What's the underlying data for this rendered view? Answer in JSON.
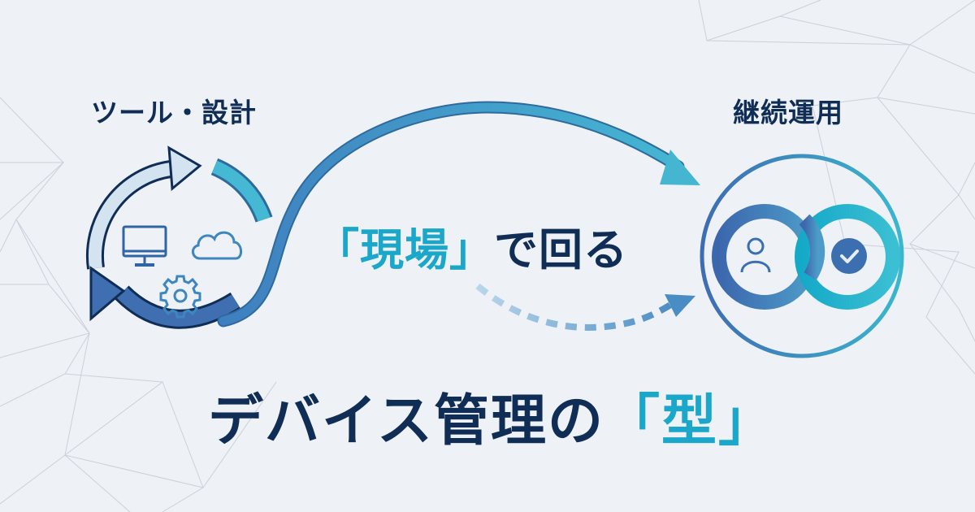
{
  "labels": {
    "left_title": "ツール・設計",
    "right_title": "継続運用"
  },
  "middle_heading": {
    "bracket_open": "「",
    "highlight": "現場",
    "bracket_close": "」",
    "rest": "で回る"
  },
  "main_heading": {
    "prefix": "デバイス管理の",
    "bracket_open": "「",
    "highlight": "型",
    "bracket_close": "」"
  },
  "icons": {
    "left_cycle": [
      "monitor-icon",
      "cloud-icon",
      "gear-icon"
    ],
    "right_loop": [
      "user-icon",
      "check-circle-icon"
    ]
  },
  "colors": {
    "text_dark": "#0f2d55",
    "accent_cyan": "#1aa7c9",
    "arrow_blue": "#3f7fbf",
    "background": "#eef1f5"
  }
}
